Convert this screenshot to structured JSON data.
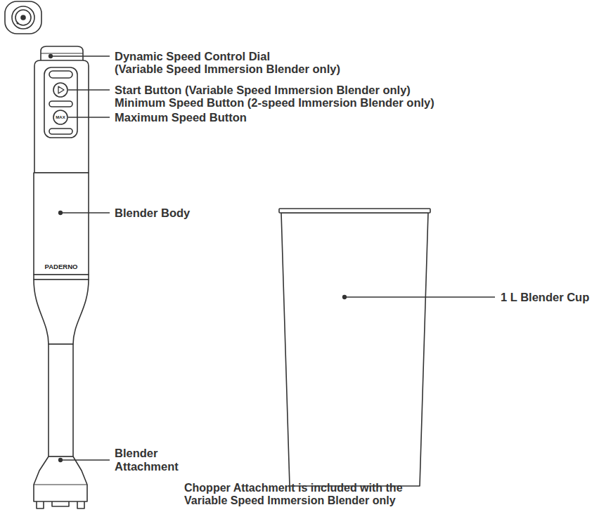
{
  "diagram": {
    "labels": [
      "Dynamic Speed Control Dial",
      "(Variable Speed Immersion Blender only)",
      "Start Button (Variable Speed Immersion Blender only)",
      "Minimum Speed Button (2-speed Immersion Blender only)",
      "MAX",
      "Maximum Speed Button",
      "Blender Body",
      "PADERNO",
      "1 L Blender Cup",
      "Blender Attachment",
      "Chopper Attachment is included with the Variable Speed Immersion Blender only"
    ]
  }
}
